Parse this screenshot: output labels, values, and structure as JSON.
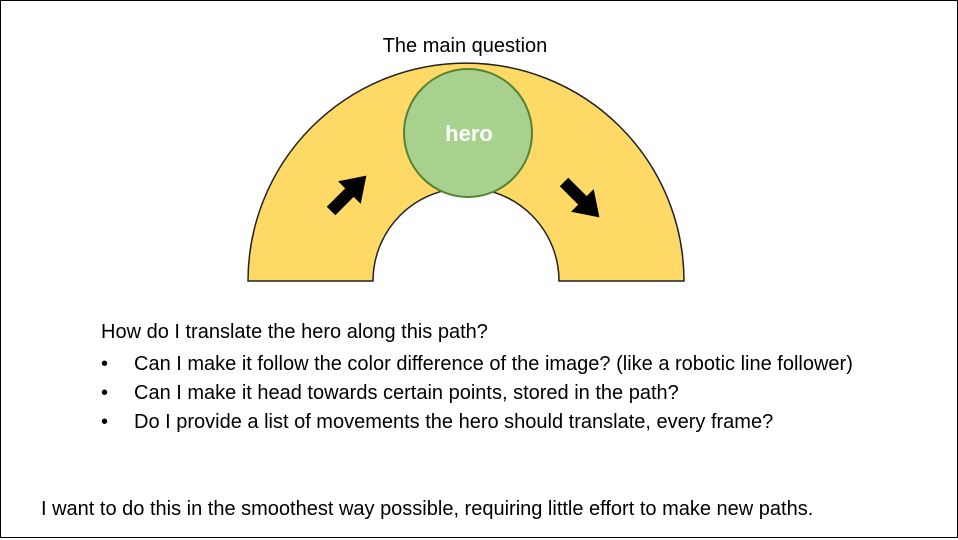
{
  "title": "The main question",
  "diagram": {
    "hero_label": "hero",
    "colors": {
      "track_fill": "#ffd966",
      "track_stroke": "#222222",
      "hero_fill": "#a9d18e",
      "hero_stroke": "#548235",
      "hero_text": "#ffffff",
      "arrow": "#000000"
    },
    "arrows": [
      "up-right-arrow",
      "down-right-arrow"
    ]
  },
  "question": "How do I translate the hero along this path?",
  "bullets": [
    "Can I make it follow the color difference of the image? (like a robotic line follower)",
    "Can I make it head towards certain points, stored in the path?",
    "Do I provide a list of movements the hero should translate, every frame?"
  ],
  "bullet_glyph": "•",
  "footer": "I want to do this in the smoothest way possible, requiring little effort to make new paths."
}
